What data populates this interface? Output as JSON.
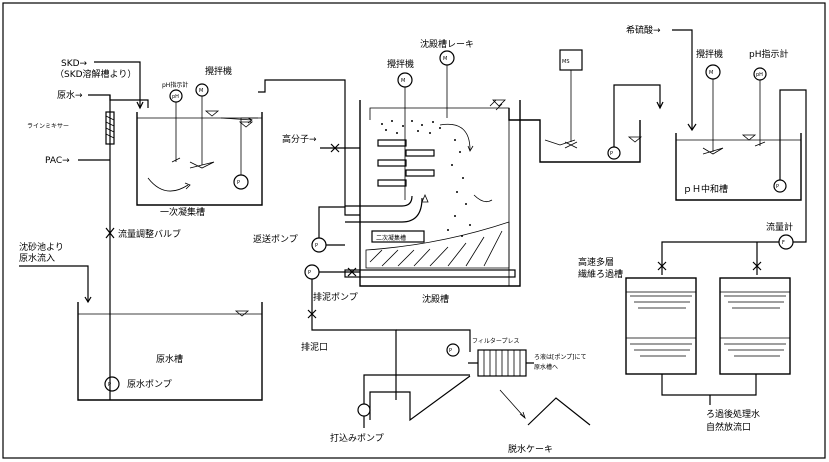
{
  "labels": {
    "skd_in": "SKD→",
    "skd_sub": "（SKD溶解槽より）",
    "raw_water_in": "原水→",
    "line_mixer": "ラインミキサー",
    "pac_in": "PAC→",
    "ph_meter_1": "pH指示計",
    "mixer_1": "攪拌機",
    "primary_tank": "一次凝集槽",
    "flow_valve": "流量調整バルブ",
    "sand_pit_1": "沈砂池より",
    "sand_pit_2": "原水流入",
    "raw_tank": "原水槽",
    "raw_pump": "原水ポンプ",
    "polymer_in": "高分子→",
    "settle_scraper": "沈殿槽レーキ",
    "mixer_2": "攪拌機",
    "secondary_tank": "二次凝集槽",
    "return_pump": "返送ポンプ",
    "sludge_pump": "排泥ポンプ",
    "sludge_outlet": "排泥口",
    "settling_tank": "沈殿槽",
    "filter_press": "フィルタープレス",
    "filtrate_1": "ろ液は[ポンプ]にて",
    "filtrate_2": "原水槽へ",
    "feed_pump": "打込みポンプ",
    "cake": "脱水ケーキ",
    "dilute_acid": "希硫酸→",
    "mixer_3": "攪拌機",
    "ph_meter_3": "pH指示計",
    "ph_tank": "ｐＨ中和槽",
    "flow_meter": "流量計",
    "filter_1": "高速多層",
    "filter_2": "繊維ろ過槽",
    "treated_1": "ろ過後処理水",
    "treated_2": "自然放流口"
  },
  "symbols": {
    "ph": "pH",
    "mixer": "M",
    "pump": "P",
    "flow": "F",
    "meter": "MS"
  }
}
